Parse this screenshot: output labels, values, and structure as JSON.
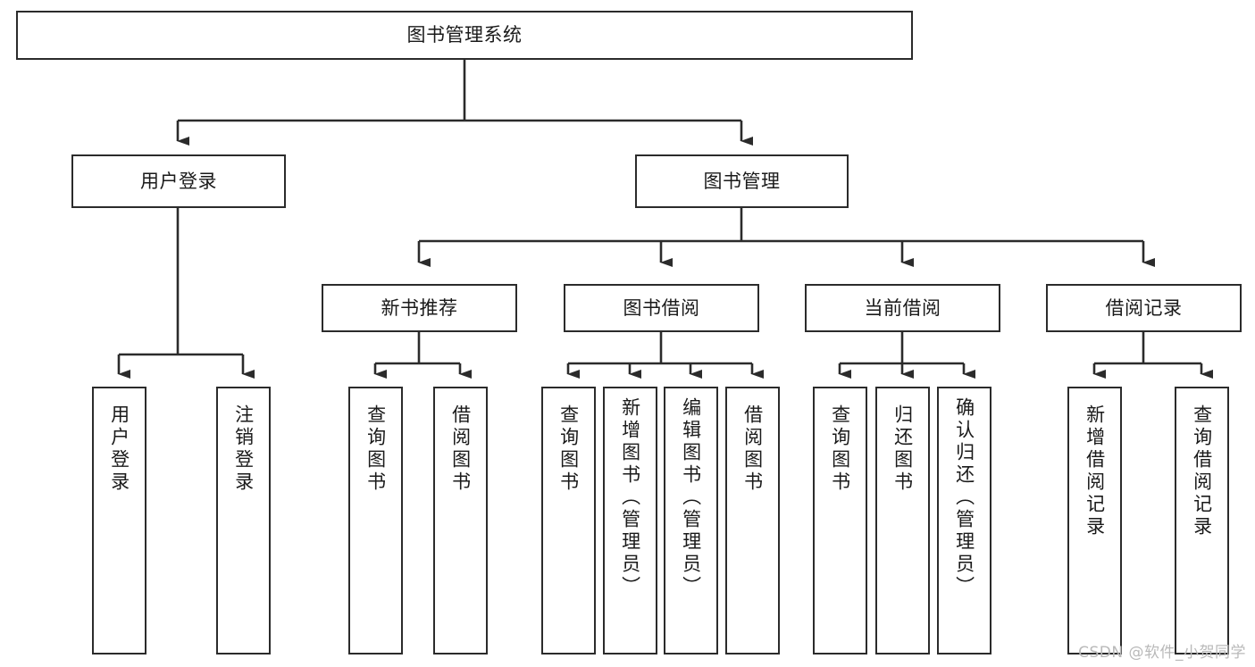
{
  "diagram": {
    "type": "tree-hierarchy-chart",
    "title": "图书管理系统",
    "watermark": "CSDN @软件_小贺同学",
    "colors": {
      "stroke": "#2b2b2b",
      "fill": "#ffffff",
      "text": "#1a1a1a",
      "watermark": "#b9b9b9"
    },
    "nodes": {
      "root": {
        "label": "图书管理系统"
      },
      "level1": [
        {
          "id": "user-login",
          "label": "用户登录"
        },
        {
          "id": "book-management",
          "label": "图书管理"
        }
      ],
      "level2": [
        {
          "id": "new-book-recommend",
          "label": "新书推荐"
        },
        {
          "id": "book-borrow",
          "label": "图书借阅"
        },
        {
          "id": "current-borrow",
          "label": "当前借阅"
        },
        {
          "id": "borrow-record",
          "label": "借阅记录"
        }
      ],
      "leaves": [
        {
          "id": "leaf-user-login",
          "label": "用户登录",
          "parent": "user-login"
        },
        {
          "id": "leaf-user-logout",
          "label": "注销登录",
          "parent": "user-login"
        },
        {
          "id": "leaf-query-book-1",
          "label": "查询图书",
          "parent": "new-book-recommend"
        },
        {
          "id": "leaf-borrow-book-1",
          "label": "借阅图书",
          "parent": "new-book-recommend"
        },
        {
          "id": "leaf-query-book-2",
          "label": "查询图书",
          "parent": "book-borrow"
        },
        {
          "id": "leaf-add-book",
          "label": "新增图书（管理员）",
          "parent": "book-borrow"
        },
        {
          "id": "leaf-edit-book",
          "label": "编辑图书（管理员）",
          "parent": "book-borrow"
        },
        {
          "id": "leaf-borrow-book-2",
          "label": "借阅图书",
          "parent": "book-borrow"
        },
        {
          "id": "leaf-query-book-3",
          "label": "查询图书",
          "parent": "current-borrow"
        },
        {
          "id": "leaf-return-book",
          "label": "归还图书",
          "parent": "current-borrow"
        },
        {
          "id": "leaf-confirm-return",
          "label": "确认归还（管理员）",
          "parent": "current-borrow"
        },
        {
          "id": "leaf-add-record",
          "label": "新增借阅记录",
          "parent": "borrow-record"
        },
        {
          "id": "leaf-query-record",
          "label": "查询借阅记录",
          "parent": "borrow-record"
        }
      ]
    }
  }
}
